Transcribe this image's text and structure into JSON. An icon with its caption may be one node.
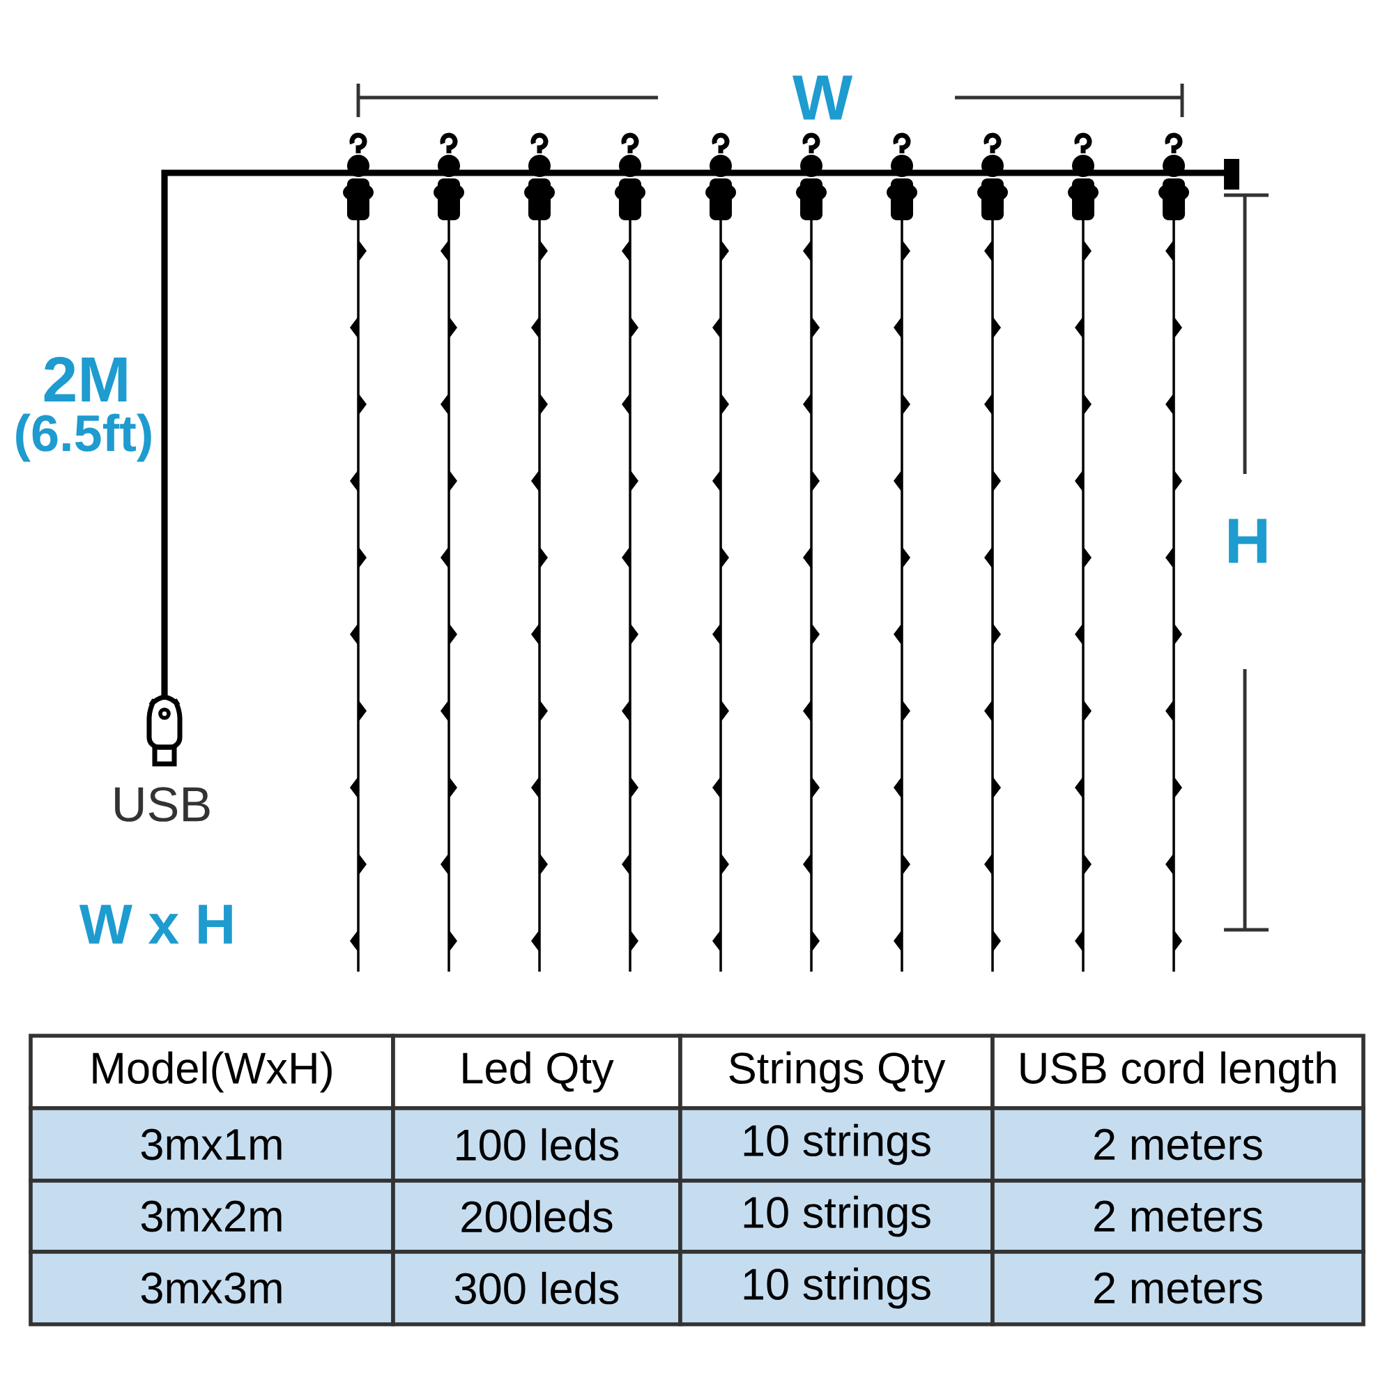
{
  "diagram": {
    "labels": [
      "W",
      "2M",
      "(6.5ft)",
      "H",
      "USB",
      "W x H",
      "Model(WxH)",
      "Led Qty",
      "Strings Qty",
      "USB cord length",
      "3mx1m",
      "100 leds",
      "10 strings",
      "2 meters",
      "3mx2m",
      "200leds",
      "10 strings",
      "2 meters",
      "3mx3m",
      "300 leds",
      "10 strings",
      "2 meters"
    ]
  }
}
